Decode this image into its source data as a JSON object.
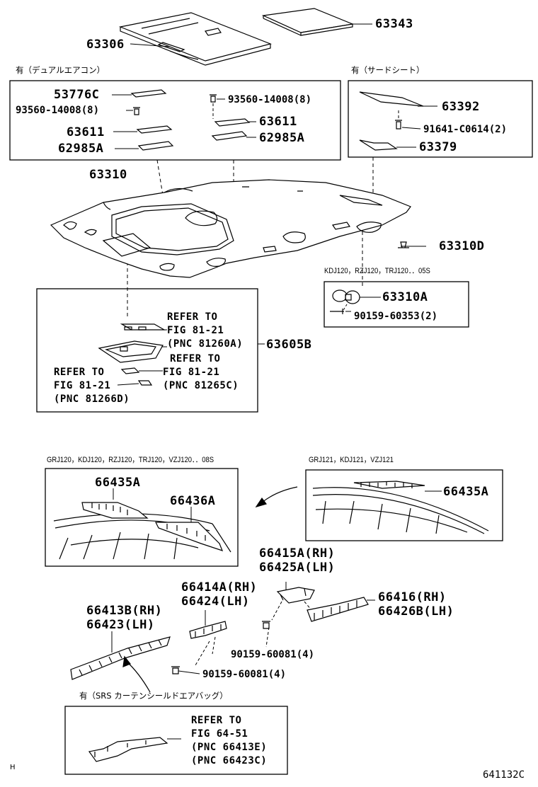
{
  "parts": {
    "p63343": "63343",
    "p63306": "63306",
    "p53776C": "53776C",
    "p93560_a": "93560-14008(8)",
    "p93560_b": "93560-14008(8)",
    "p63611_a": "63611",
    "p63611_b": "63611",
    "p62985A_a": "62985A",
    "p62985A_b": "62985A",
    "p63392": "63392",
    "p91641": "91641-C0614(2)",
    "p63379": "63379",
    "p63310": "63310",
    "p63310D": "63310D",
    "p63310A": "63310A",
    "p90159_60353": "90159-60353(2)",
    "p63605B": "63605B",
    "p66435A_a": "66435A",
    "p66436A": "66436A",
    "p66435A_b": "66435A",
    "p66415A": "66415A(RH)",
    "p66425A": "66425A(LH)",
    "p66414A": "66414A(RH)",
    "p66424": "66424(LH)",
    "p66416": "66416(RH)",
    "p66426B": "66426B(LH)",
    "p66413B": "66413B(RH)",
    "p66423": "66423(LH)",
    "p90159_60081_a": "90159-60081(4)",
    "p90159_60081_b": "90159-60081(4)"
  },
  "headers": {
    "dual_ac": "有（デュアルエアコン）",
    "third_seat": "有（サードシート）",
    "srs": "有（SRS カーテンシールドエアバッグ）"
  },
  "conditions": {
    "kdj120": "KDJ120，RZJ120，TRJ120．．05S",
    "grj120": "GRJ120，KDJ120，RZJ120，TRJ120，VZJ120．．08S",
    "grj121": "GRJ121，KDJ121，VZJ121"
  },
  "refs": {
    "r1_l1": "REFER TO",
    "r1_l2": "FIG 81-21",
    "r1_l3": "(PNC 81260A)",
    "r2_l1": "REFER TO",
    "r2_l2": "FIG 81-21",
    "r2_l3": "(PNC 81265C)",
    "r3_l1": "REFER TO",
    "r3_l2": "FIG 81-21",
    "r3_l3": "(PNC 81266D)",
    "r4_l1": "REFER TO",
    "r4_l2": "FIG 64-51",
    "r4_l3": "(PNC 66413E)",
    "r4_l4": "(PNC 66423C)"
  },
  "footer": {
    "mark": "H",
    "figure_id": "641132C"
  }
}
